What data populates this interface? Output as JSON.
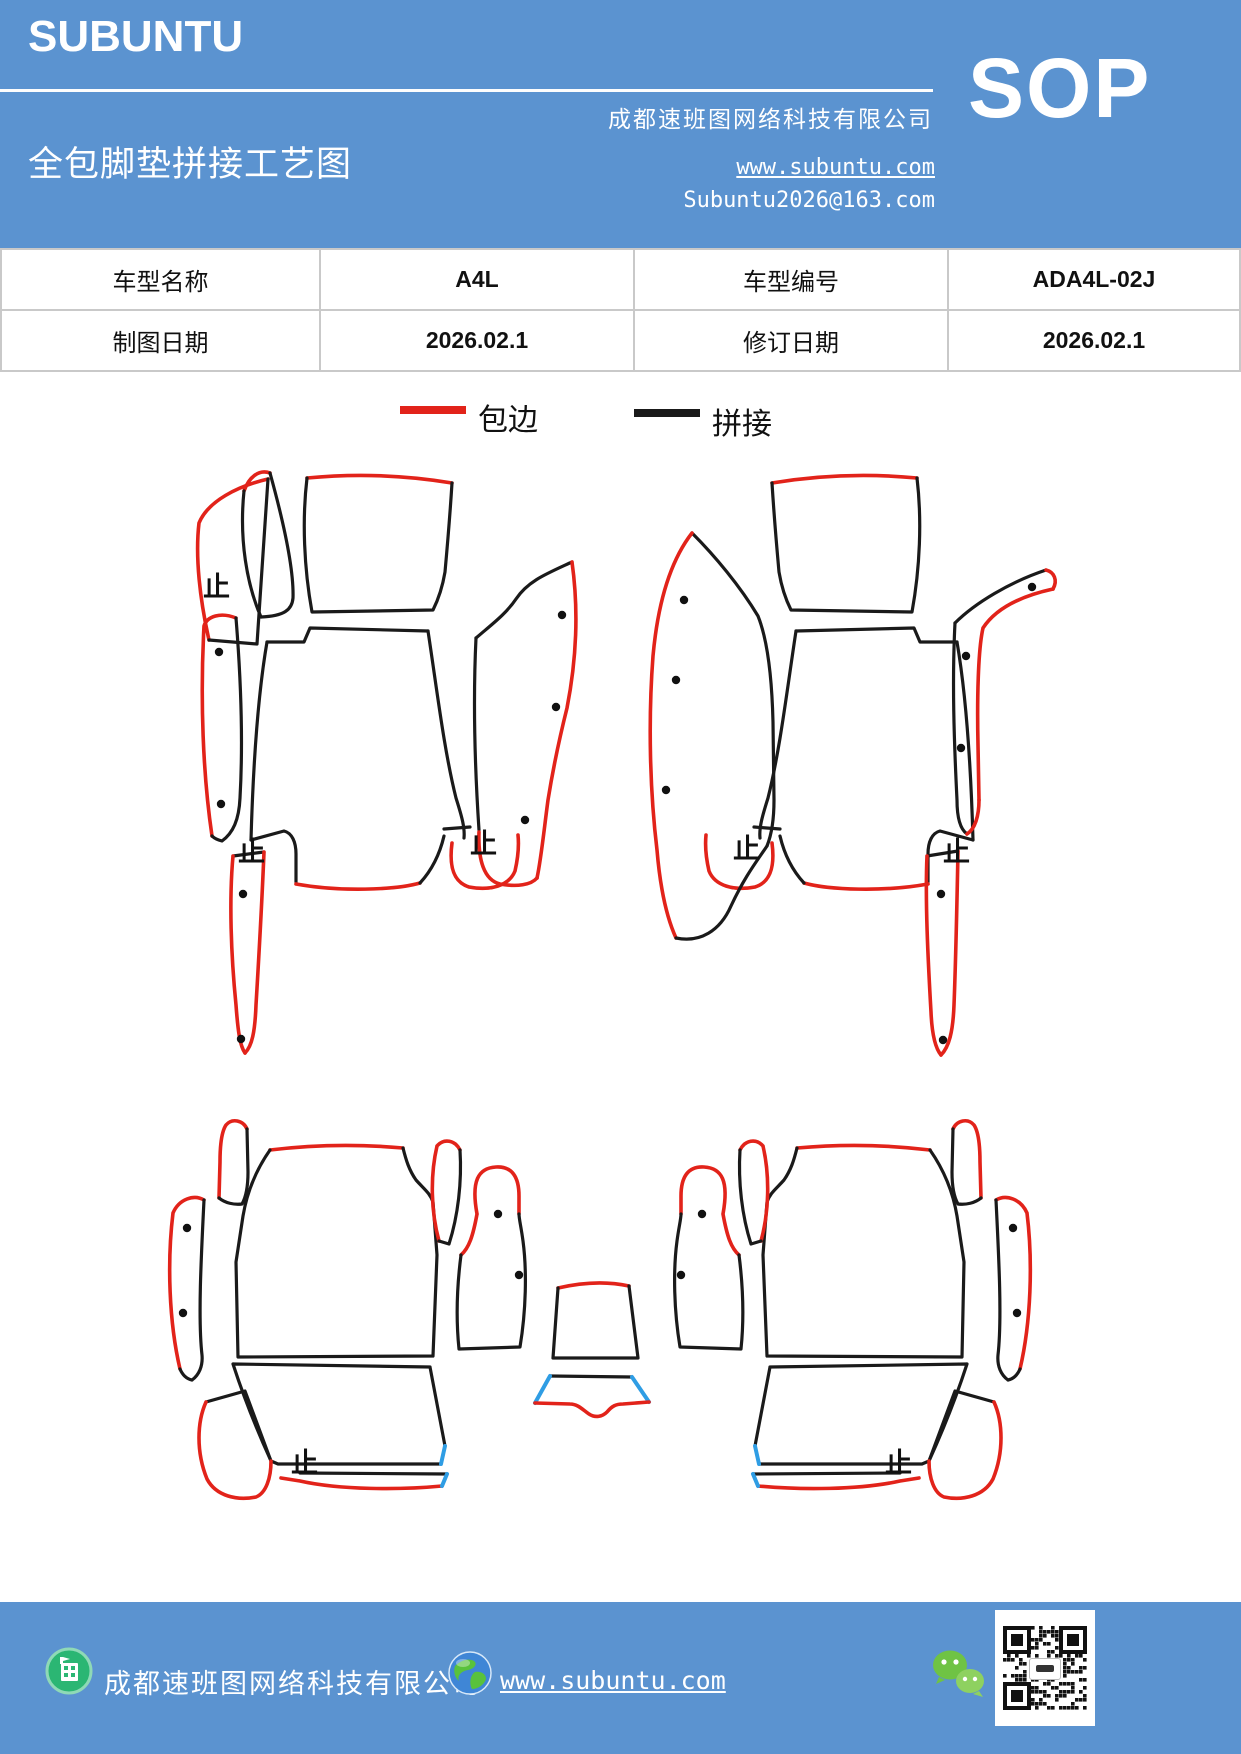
{
  "header": {
    "logo": "SUBUNTU",
    "doc_type": "SOP",
    "company": "成都速班图网络科技有限公司",
    "title": "全包脚垫拼接工艺图",
    "website": "www.subuntu.com",
    "email": "Subuntu2026@163.com",
    "background_color": "#5b93d0"
  },
  "info_table": {
    "rows": [
      [
        {
          "label": "车型名称",
          "value": "A4L"
        },
        {
          "label": "车型编号",
          "value": "ADA4L-02J"
        }
      ],
      [
        {
          "label": "制图日期",
          "value": "2026.02.1"
        },
        {
          "label": "修订日期",
          "value": "2026.02.1"
        }
      ]
    ]
  },
  "legend": {
    "items": [
      {
        "label": "包边",
        "color": "#e2231a"
      },
      {
        "label": "拼接",
        "color": "#1a1a1a"
      }
    ]
  },
  "diagram": {
    "stop_marker": "止",
    "edge_colors": {
      "binding": "#e2231a",
      "splice": "#1a1a1a",
      "accent": "#2f9de4"
    }
  },
  "footer": {
    "company": "成都速班图网络科技有限公司",
    "website": "www.subuntu.com",
    "icons": [
      "building-icon",
      "globe-icon",
      "wechat-icon",
      "qr-code"
    ]
  }
}
